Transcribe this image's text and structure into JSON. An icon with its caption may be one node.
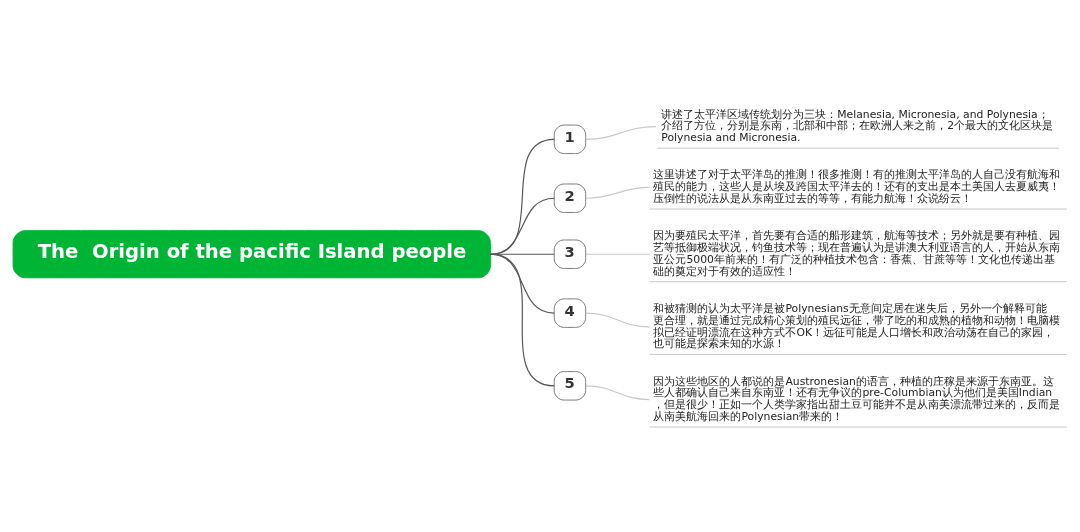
{
  "diagram": {
    "nodes": [
      {
        "text": [
          "The  Origin of the pacific Island people"
        ]
      },
      {
        "text": [
          "1"
        ]
      },
      {
        "text": [
          "讲述了太平洋区域传统划分为三块：Melanesia, Micronesia, and Polynesia；介绍了方位，分别是东南，北部和中部；在欧洲人来之前，2个最大的文化区块是Polynesia and Micronesia."
        ]
      },
      {
        "text": [
          "2"
        ]
      },
      {
        "text": [
          "这里讲述了对于太平洋岛的推测！很多推测！有的推测太平洋岛的人自己没有航海和殖民的能力，这些人是从埃及跨国太平洋去的！还有的支出是本土美国人去夏威夷！压倒性的说法从是从东南亚过去的等等，有能力航海！众说纷云！"
        ]
      },
      {
        "text": [
          "3"
        ]
      },
      {
        "text": [
          "因为要殖民太平洋，首先要有合适的船形建筑，航海等技术；另外就是要有种植、园艺等抵御极端状况，钓鱼技术等；现在普遍认为是讲澳大利亚语言的人，开始从东南亚公元5000年前来的！有广泛的种植技术包含：香蕉、甘蔗等等！文化也传递出基础的奠定对于有效的适应性！"
        ]
      },
      {
        "text": [
          "4"
        ]
      },
      {
        "text": [
          "和被猜测的认为太平洋是被Polynesians无意间定居在迷失后，另外一个解释可能更合理，就是通过完成精心策划的殖民远征，带了吃的和成熟的植物和动物！电脑模拟已经证明漂流在这种方式不OK！远征可能是人口增长和政治动荡在自己的家园，也可能是探索未知的水源！"
        ]
      },
      {
        "text": [
          "5"
        ]
      },
      {
        "text": [
          "因为这些地区的人都说的是Austronesian的语言，种植的庄稼是来源于东南亚。这些人都确认自己来自东南亚！还有无争议的pre-Columbian认为他们是美国Indian，但是很少！正如一个人类学家指出甜土豆可能并不是从南美漂流带过来的，反而是从南美航海回来的Polynesian带来的！"
        ]
      }
    ],
    "edges": [
      {
        "from": 0,
        "to": 1,
        "arrow": "none"
      },
      {
        "from": 1,
        "to": 2,
        "arrow": "none",
        "color": "#c8c8c8"
      },
      {
        "from": 0,
        "to": 3,
        "arrow": "none"
      },
      {
        "from": 3,
        "to": 4,
        "arrow": "none",
        "color": "#c8c8c8"
      },
      {
        "from": 0,
        "to": 5,
        "arrow": "none"
      },
      {
        "from": 5,
        "to": 6,
        "arrow": "none",
        "color": "#c8c8c8"
      },
      {
        "from": 0,
        "to": 7,
        "arrow": "none"
      },
      {
        "from": 7,
        "to": 8,
        "arrow": "none",
        "color": "#c8c8c8"
      },
      {
        "from": 0,
        "to": 9,
        "arrow": "none"
      },
      {
        "from": 9,
        "to": 10,
        "arrow": "none",
        "color": "#c8c8c8"
      }
    ]
  }
}
